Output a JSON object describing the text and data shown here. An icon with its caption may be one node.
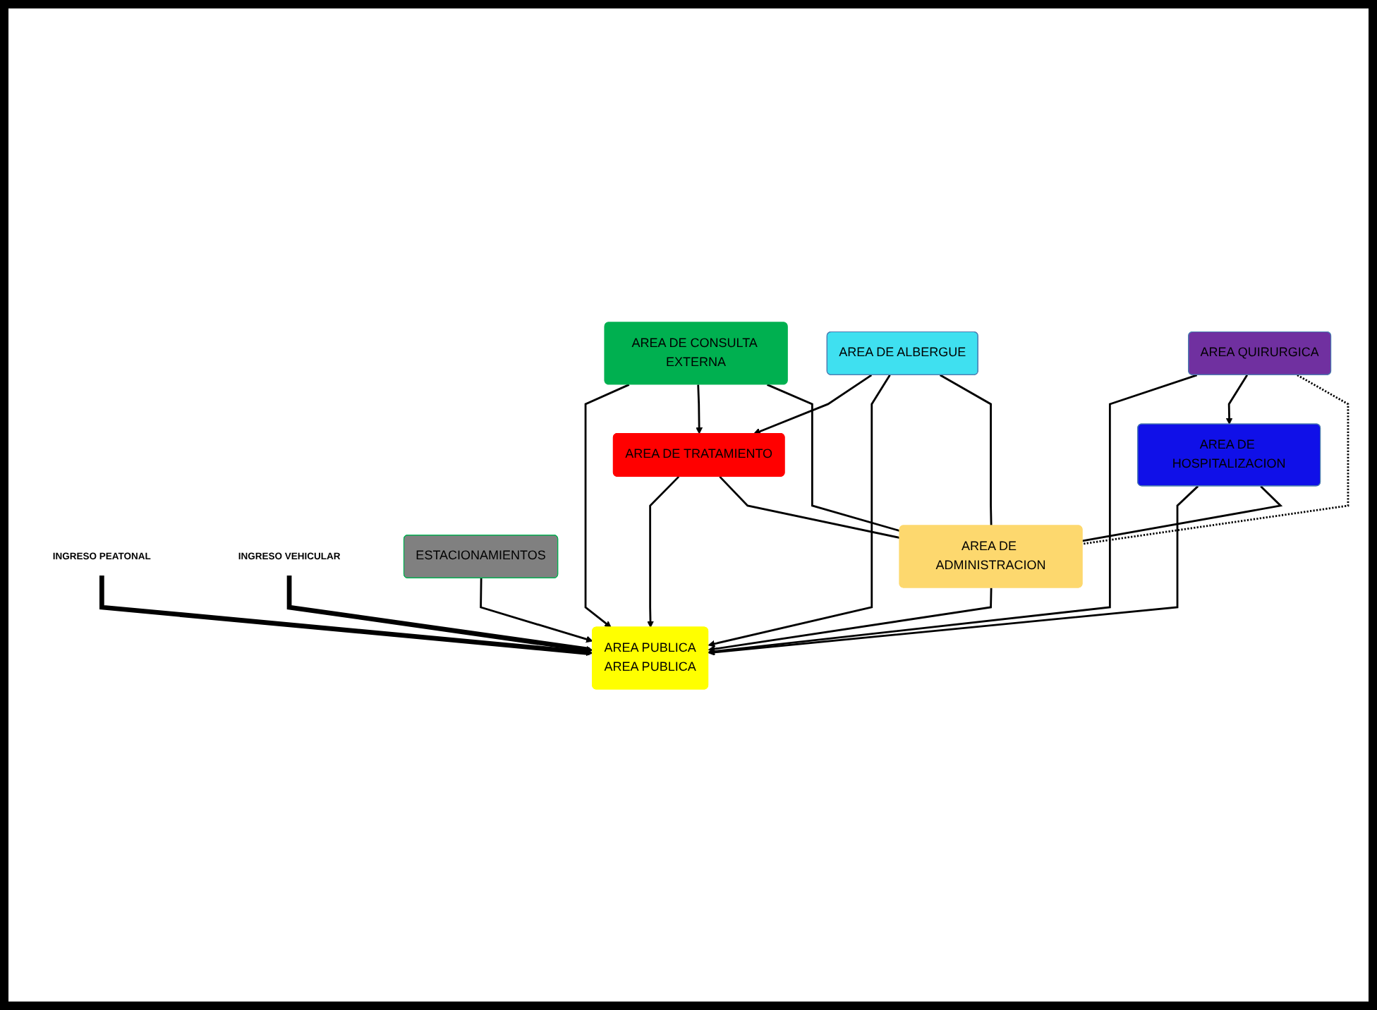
{
  "diagram": {
    "nodes": [
      {
        "text": [
          "INGRESO PEATONAL"
        ]
      },
      {
        "text": [
          "INGRESO VEHICULAR"
        ]
      },
      {
        "text": [
          "AREA PUBLICA",
          "AREA PUBLICA"
        ]
      },
      {
        "text": [
          "AREA DE CONSULTA EXTERNA"
        ]
      },
      {
        "text": [
          "AREA DE TRATAMIENTO"
        ]
      },
      {
        "text": [
          "AREA DE ALBERGUE"
        ]
      },
      {
        "text": [
          "ESTACIONAMIENTOS"
        ]
      },
      {
        "text": [
          "AREA QUIRURGICA"
        ]
      },
      {
        "text": [
          "AREA DE HOSPITALIZACION"
        ]
      },
      {
        "text": [
          "AREA DE ADMINISTRACION"
        ]
      }
    ],
    "edges": [
      {
        "from": 0,
        "to": 2,
        "arrow": "to",
        "style": "thick"
      },
      {
        "from": 1,
        "to": 2,
        "arrow": "to",
        "style": "thick"
      },
      {
        "from": 3,
        "to": 2,
        "arrow": "to"
      },
      {
        "from": 3,
        "to": 4,
        "arrow": "to"
      },
      {
        "from": 5,
        "to": 4,
        "arrow": "to"
      },
      {
        "from": 4,
        "to": 2,
        "arrow": "to"
      },
      {
        "from": 5,
        "to": 2,
        "arrow": "to"
      },
      {
        "from": 6,
        "to": 2,
        "arrow": "to"
      },
      {
        "from": 7,
        "to": 2,
        "arrow": "to"
      },
      {
        "from": 7,
        "to": 8,
        "arrow": "to"
      },
      {
        "from": 8,
        "to": 2,
        "arrow": "to"
      },
      {
        "from": 9,
        "to": 2,
        "arrow": "to"
      },
      {
        "from": 3,
        "to": 9,
        "arrow": "none"
      },
      {
        "from": 4,
        "to": 9,
        "arrow": "none"
      },
      {
        "from": 5,
        "to": 9,
        "arrow": "none"
      },
      {
        "from": 8,
        "to": 9,
        "arrow": "none"
      },
      {
        "from": 7,
        "to": 9,
        "arrow": "none",
        "style": "dashed"
      }
    ]
  }
}
